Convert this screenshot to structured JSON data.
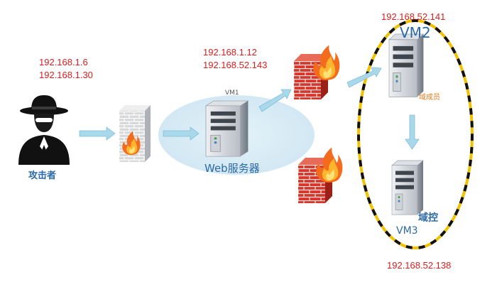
{
  "attacker": {
    "label": "攻击者",
    "ips": [
      "192.168.1.6",
      "192.168.1.30"
    ]
  },
  "web_server": {
    "vm_label": "VM1",
    "label": "Web服务器",
    "ips": [
      "192.168.1.12",
      "192.168.52.143"
    ]
  },
  "domain_member": {
    "vm_label": "VM2",
    "label": "域成员",
    "ip": "192.168.52.141"
  },
  "domain_controller": {
    "vm_label": "VM3",
    "label": "域控",
    "ip": "192.168.52.138"
  },
  "colors": {
    "ip_text": "#d81e1e",
    "label_blue": "#2b6aa6",
    "member_label": "#e07a1a",
    "arrow": "#a9d8ea",
    "ellipse_dash_a": "#111111",
    "ellipse_dash_b": "#f2c200"
  }
}
